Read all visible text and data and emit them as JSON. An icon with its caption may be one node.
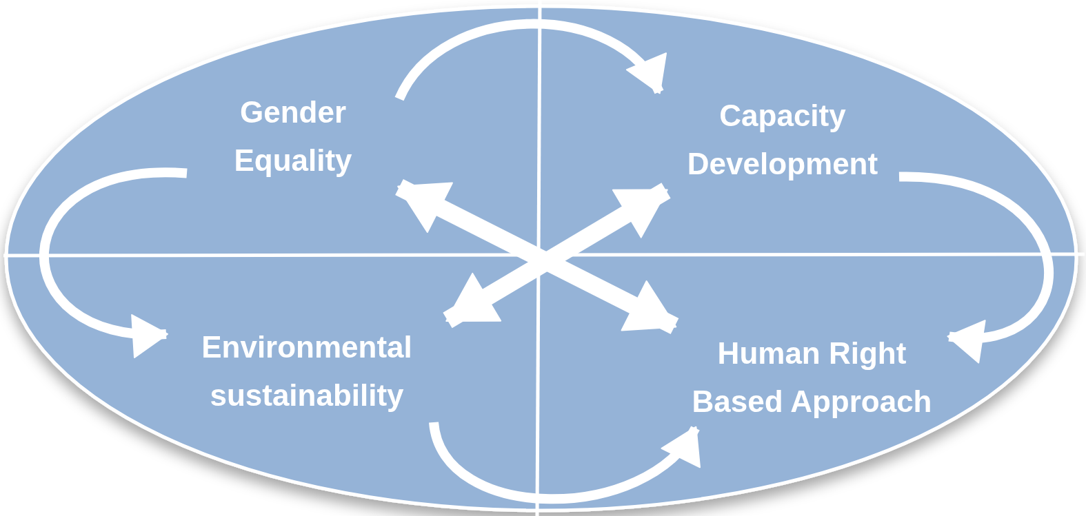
{
  "diagram": {
    "nodes": [
      {
        "text": [],
        "shape": "ellipse"
      },
      {
        "text": [
          "Gender Equality"
        ],
        "in": 0
      },
      {
        "text": [
          "Capacity Development"
        ],
        "in": 0
      },
      {
        "text": [
          "Environmental sustainability"
        ],
        "in": 0
      },
      {
        "text": [
          "Human Right Based Approach"
        ],
        "in": 0
      }
    ],
    "edges": [
      {
        "from": 1,
        "to": 2,
        "arrow": "to"
      },
      {
        "from": 2,
        "to": 4,
        "arrow": "to"
      },
      {
        "from": 3,
        "to": 4,
        "arrow": "to"
      },
      {
        "from": 1,
        "to": 3,
        "arrow": "to"
      },
      {
        "from": 1,
        "to": 4,
        "arrow": "both",
        "style": "thick"
      },
      {
        "from": 2,
        "to": 3,
        "arrow": "both",
        "style": "thick"
      }
    ]
  }
}
